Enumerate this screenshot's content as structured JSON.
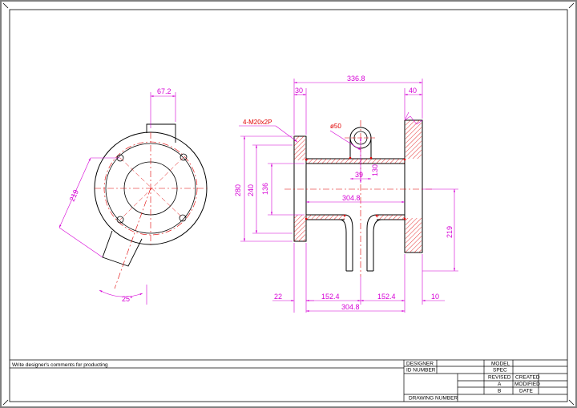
{
  "drawing": {
    "dims_top": {
      "d_67_2": "67.2",
      "d_336_8": "336.8",
      "d_30": "30",
      "d_40": "40",
      "thread": "4-M20x2P",
      "d_phi50": "ø50"
    },
    "dims_middle": {
      "d_280": "280",
      "d_240": "240",
      "d_136": "136",
      "d_39": "39",
      "d_130": "130",
      "d_304_8_mid": "304.8",
      "d_219_right": "219",
      "d_219_left": "219",
      "d_25deg": "25°"
    },
    "dims_bottom": {
      "d_22": "22",
      "d_152_4_a": "152.4",
      "d_152_4_b": "152.4",
      "d_10": "10",
      "d_304_8_bottom": "304.8"
    }
  },
  "notes": {
    "comment": "Write designer's comments for producting"
  },
  "title_block": {
    "designer": "DESIGNER",
    "id_number": "ID NUMBER",
    "model": "MODEL",
    "spec": "SPEC",
    "revised": "REVISED",
    "created": "CREATED",
    "rev_a": "A",
    "modified": "MODIFIED",
    "rev_b": "B",
    "date": "DATE",
    "drawing_number": "DRAWING NUMBER"
  },
  "colors": {
    "outline": "#000000",
    "dimension": "#d600d6",
    "centerline": "#e00000",
    "frame": "#808080"
  }
}
